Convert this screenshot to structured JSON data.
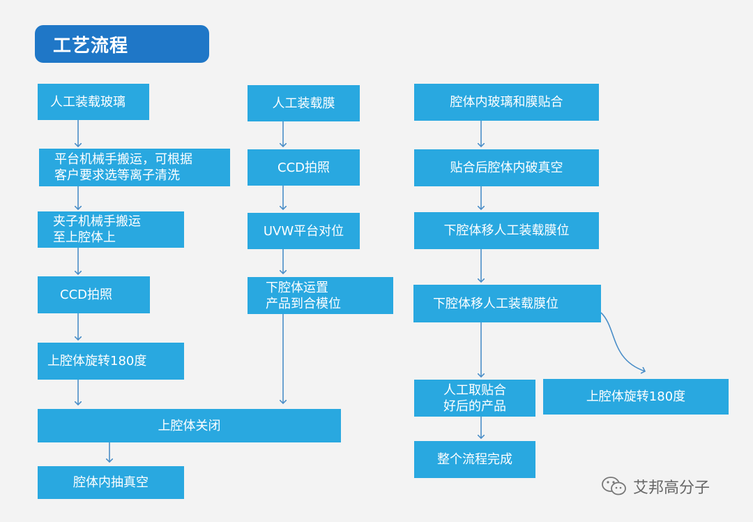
{
  "header": {
    "title": "工艺流程"
  },
  "colors": {
    "header_bg": "#1f77c7",
    "box_bg": "#29a8e0",
    "arrow": "#4a8ec8",
    "page_bg": "#f3f3f3"
  },
  "flow": {
    "col1": {
      "step1": "人工装载玻璃",
      "step2": "平台机械手搬运，可根据\n客户要求选等离子清洗",
      "step3": "夹子机械手搬运\n至上腔体上",
      "step4": "CCD拍照",
      "step5": "上腔体旋转180度",
      "step6": "上腔体关闭",
      "step7": "腔体内抽真空"
    },
    "col2": {
      "step1": "人工装载膜",
      "step2": "CCD拍照",
      "step3": "UVW平台对位",
      "step4": "下腔体运置\n产品到合模位"
    },
    "col3": {
      "step1": "腔体内玻璃和膜贴合",
      "step2": "贴合后腔体内破真空",
      "step3": "下腔体移人工装载膜位",
      "step4": "下腔体移人工装载膜位",
      "step5": "人工取贴合\n好后的产品",
      "step6": "整个流程完成",
      "branch": "上腔体旋转180度"
    }
  },
  "watermark": {
    "text": "艾邦高分子",
    "icon": "wechat-icon"
  }
}
